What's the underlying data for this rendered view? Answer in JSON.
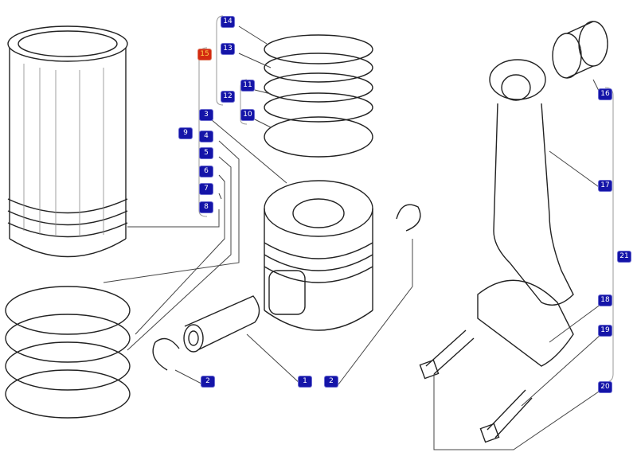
{
  "diagram": {
    "callouts": [
      {
        "id": "c14",
        "label": "14"
      },
      {
        "id": "c15",
        "label": "15",
        "highlighted": true
      },
      {
        "id": "c13",
        "label": "13"
      },
      {
        "id": "c11",
        "label": "11"
      },
      {
        "id": "c12",
        "label": "12"
      },
      {
        "id": "c10",
        "label": "10"
      },
      {
        "id": "c3",
        "label": "3"
      },
      {
        "id": "c9",
        "label": "9"
      },
      {
        "id": "c4",
        "label": "4"
      },
      {
        "id": "c5",
        "label": "5"
      },
      {
        "id": "c6",
        "label": "6"
      },
      {
        "id": "c7",
        "label": "7"
      },
      {
        "id": "c8",
        "label": "8"
      },
      {
        "id": "c16",
        "label": "16"
      },
      {
        "id": "c17",
        "label": "17"
      },
      {
        "id": "c21",
        "label": "21"
      },
      {
        "id": "c18",
        "label": "18"
      },
      {
        "id": "c19",
        "label": "19"
      },
      {
        "id": "c20",
        "label": "20"
      },
      {
        "id": "c2a",
        "label": "2"
      },
      {
        "id": "c1",
        "label": "1"
      },
      {
        "id": "c2b",
        "label": "2"
      }
    ],
    "colors": {
      "callout": "#1414a8",
      "highlight": "#d42a10"
    }
  }
}
